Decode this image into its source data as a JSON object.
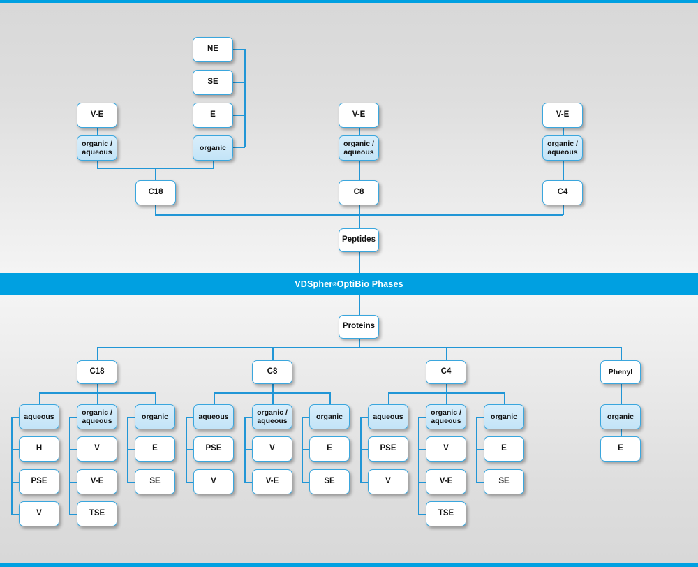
{
  "banner": {
    "brand": "VDSpher",
    "registered": "®",
    "suffix": " OptiBio Phases"
  },
  "diagram": {
    "type": "tree",
    "accent_color": "#00a0e1",
    "line_color": "#2196d6",
    "node_border_color": "#3aa6dd",
    "highlight_fill": "#c9e7f8",
    "background_top": "#d8d8d8",
    "background_center": "#f4f4f4"
  },
  "peptides": {
    "root_label": "Peptides",
    "columns": [
      {
        "phase": "C18",
        "modes": [
          {
            "label": "organic / aqueous",
            "lines": [
              "organic /",
              "aqueous"
            ],
            "highlight": true,
            "parent": "V-E",
            "children": []
          },
          {
            "label": "organic",
            "lines": [
              "organic"
            ],
            "highlight": true,
            "parent": null,
            "children": [
              "NE",
              "SE",
              "E"
            ]
          }
        ],
        "ve_label": "V-E",
        "organic_children": [
          "NE",
          "SE",
          "E"
        ]
      },
      {
        "phase": "C8",
        "modes": [
          {
            "label": "organic / aqueous",
            "lines": [
              "organic /",
              "aqueous"
            ],
            "highlight": true,
            "parent": "V-E",
            "children": []
          }
        ],
        "ve_label": "V-E"
      },
      {
        "phase": "C4",
        "modes": [
          {
            "label": "organic / aqueous",
            "lines": [
              "organic /",
              "aqueous"
            ],
            "highlight": true,
            "parent": "V-E",
            "children": []
          }
        ],
        "ve_label": "V-E"
      }
    ]
  },
  "proteins": {
    "root_label": "Proteins",
    "columns": [
      {
        "phase": "C18",
        "groups": [
          {
            "header": "aqueous",
            "lines": [
              "aqueous"
            ],
            "items": [
              "H",
              "PSE",
              "V"
            ]
          },
          {
            "header": "organic / aqueous",
            "lines": [
              "organic /",
              "aqueous"
            ],
            "items": [
              "V",
              "V-E",
              "TSE"
            ]
          },
          {
            "header": "organic",
            "lines": [
              "organic"
            ],
            "items": [
              "E",
              "SE"
            ]
          }
        ]
      },
      {
        "phase": "C8",
        "groups": [
          {
            "header": "aqueous",
            "lines": [
              "aqueous"
            ],
            "items": [
              "PSE",
              "V"
            ]
          },
          {
            "header": "organic / aqueous",
            "lines": [
              "organic /",
              "aqueous"
            ],
            "items": [
              "V",
              "V-E"
            ]
          },
          {
            "header": "organic",
            "lines": [
              "organic"
            ],
            "items": [
              "E",
              "SE"
            ]
          }
        ]
      },
      {
        "phase": "C4",
        "groups": [
          {
            "header": "aqueous",
            "lines": [
              "aqueous"
            ],
            "items": [
              "PSE",
              "V"
            ]
          },
          {
            "header": "organic / aqueous",
            "lines": [
              "organic /",
              "aqueous"
            ],
            "items": [
              "V",
              "V-E",
              "TSE"
            ]
          },
          {
            "header": "organic",
            "lines": [
              "organic"
            ],
            "items": [
              "E",
              "SE"
            ]
          }
        ]
      },
      {
        "phase": "Phenyl",
        "groups": [
          {
            "header": "organic",
            "lines": [
              "organic"
            ],
            "items": [
              "E"
            ]
          }
        ]
      }
    ]
  },
  "nodes": {
    "pep_c18_ve": "V-E",
    "pep_c18_oa_l1": "organic /",
    "pep_c18_oa_l2": "aqueous",
    "pep_c18_ne": "NE",
    "pep_c18_se": "SE",
    "pep_c18_e": "E",
    "pep_c18_org": "organic",
    "pep_c18": "C18",
    "pep_c8_ve": "V-E",
    "pep_c8_oa_l1": "organic /",
    "pep_c8_oa_l2": "aqueous",
    "pep_c8": "C8",
    "pep_c4_ve": "V-E",
    "pep_c4_oa_l1": "organic /",
    "pep_c4_oa_l2": "aqueous",
    "pep_c4": "C4",
    "peptides": "Peptides",
    "proteins": "Proteins",
    "pro_c18": "C18",
    "pro_c8": "C8",
    "pro_c4": "C4",
    "pro_phenyl": "Phenyl",
    "pro_c18_aq": "aqueous",
    "pro_c18_aq_1": "H",
    "pro_c18_aq_2": "PSE",
    "pro_c18_aq_3": "V",
    "pro_c18_oa_l1": "organic /",
    "pro_c18_oa_l2": "aqueous",
    "pro_c18_oa_1": "V",
    "pro_c18_oa_2": "V-E",
    "pro_c18_oa_3": "TSE",
    "pro_c18_org": "organic",
    "pro_c18_org_1": "E",
    "pro_c18_org_2": "SE",
    "pro_c8_aq": "aqueous",
    "pro_c8_aq_1": "PSE",
    "pro_c8_aq_2": "V",
    "pro_c8_oa_l1": "organic /",
    "pro_c8_oa_l2": "aqueous",
    "pro_c8_oa_1": "V",
    "pro_c8_oa_2": "V-E",
    "pro_c8_org": "organic",
    "pro_c8_org_1": "E",
    "pro_c8_org_2": "SE",
    "pro_c4_aq": "aqueous",
    "pro_c4_aq_1": "PSE",
    "pro_c4_aq_2": "V",
    "pro_c4_oa_l1": "organic /",
    "pro_c4_oa_l2": "aqueous",
    "pro_c4_oa_1": "V",
    "pro_c4_oa_2": "V-E",
    "pro_c4_oa_3": "TSE",
    "pro_c4_org": "organic",
    "pro_c4_org_1": "E",
    "pro_c4_org_2": "SE",
    "pro_ph_org": "organic",
    "pro_ph_org_1": "E"
  }
}
